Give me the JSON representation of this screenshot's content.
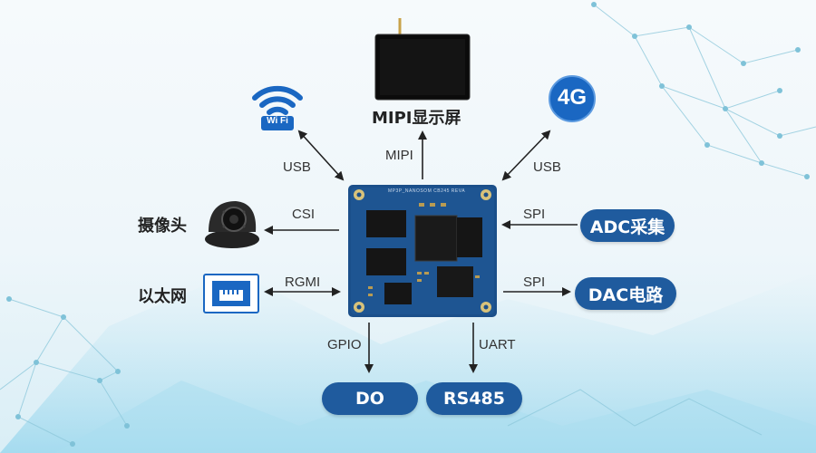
{
  "nodes": {
    "wifi": {
      "text": "Wi Fi",
      "icon": "wifi-icon"
    },
    "display": {
      "label": "MIPI显示屏",
      "icon": "display-screen-icon"
    },
    "cellular": {
      "text": "4G",
      "icon": "4g-icon"
    },
    "camera": {
      "label": "摄像头",
      "icon": "camera-icon"
    },
    "ethernet": {
      "label": "以太网",
      "icon": "ethernet-port-icon"
    },
    "adc": {
      "label": "ADC采集"
    },
    "dac": {
      "label": "DAC电路"
    },
    "do": {
      "label": "DO"
    },
    "rs485": {
      "label": "RS485"
    },
    "board": {
      "icon": "som-board-icon",
      "silk": "MP3P_NANOSOM CB245 REVA"
    }
  },
  "connections": {
    "wifi": "USB",
    "display": "MIPI",
    "cellular": "USB",
    "camera": "CSI",
    "ethernet": "RGMI",
    "adc": "SPI",
    "dac": "SPI",
    "do": "GPIO",
    "rs485": "UART"
  },
  "colors": {
    "pill": "#1f5b9e",
    "accent": "#1a67c2",
    "board": "#1b4f8a",
    "arrow": "#222222"
  }
}
